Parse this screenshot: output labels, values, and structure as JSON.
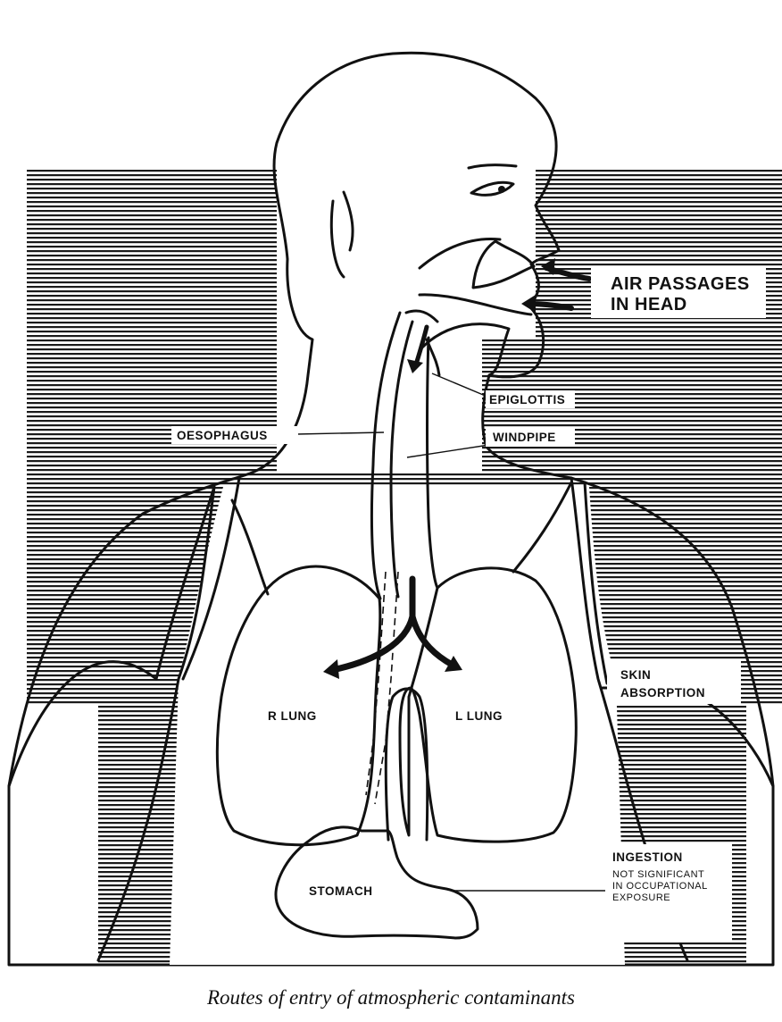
{
  "labels": {
    "air_passages": [
      "AIR PASSAGES",
      "IN HEAD"
    ],
    "epiglottis": "EPIGLOTTIS",
    "oesophagus": "OESOPHAGUS",
    "windpipe": "WINDPIPE",
    "skin_absorption": [
      "SKIN",
      "ABSORPTION"
    ],
    "r_lung": "R LUNG",
    "l_lung": "L LUNG",
    "ingestion": "INGESTION",
    "ingestion_note": [
      "NOT SIGNIFICANT",
      "IN OCCUPATIONAL",
      "EXPOSURE"
    ],
    "stomach": "STOMACH"
  },
  "caption": "Routes of entry of atmospheric contaminants"
}
